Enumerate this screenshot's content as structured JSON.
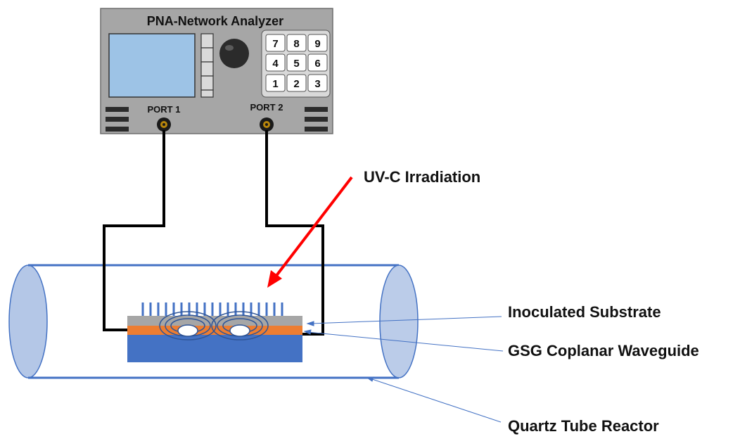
{
  "analyzer": {
    "title": "PNA-Network Analyzer",
    "port1_label": "PORT 1",
    "port2_label": "PORT 2",
    "keypad": [
      "7",
      "8",
      "9",
      "4",
      "5",
      "6",
      "1",
      "2",
      "3"
    ]
  },
  "labels": {
    "irradiation": "UV-C Irradiation",
    "substrate": "Inoculated Substrate",
    "waveguide": "GSG Coplanar Waveguide",
    "reactor": "Quartz Tube Reactor"
  },
  "colors": {
    "analyzer_body": "#a6a6a6",
    "screen": "#9dc3e6",
    "tube_outline": "#4472c4",
    "tube_end": "#b4c7e7",
    "arrow": "#ff0000",
    "substrate_layer": "#a6a6a6",
    "waveguide_layer": "#ed7d31",
    "base_layer": "#4472c4",
    "cable": "#000000"
  }
}
